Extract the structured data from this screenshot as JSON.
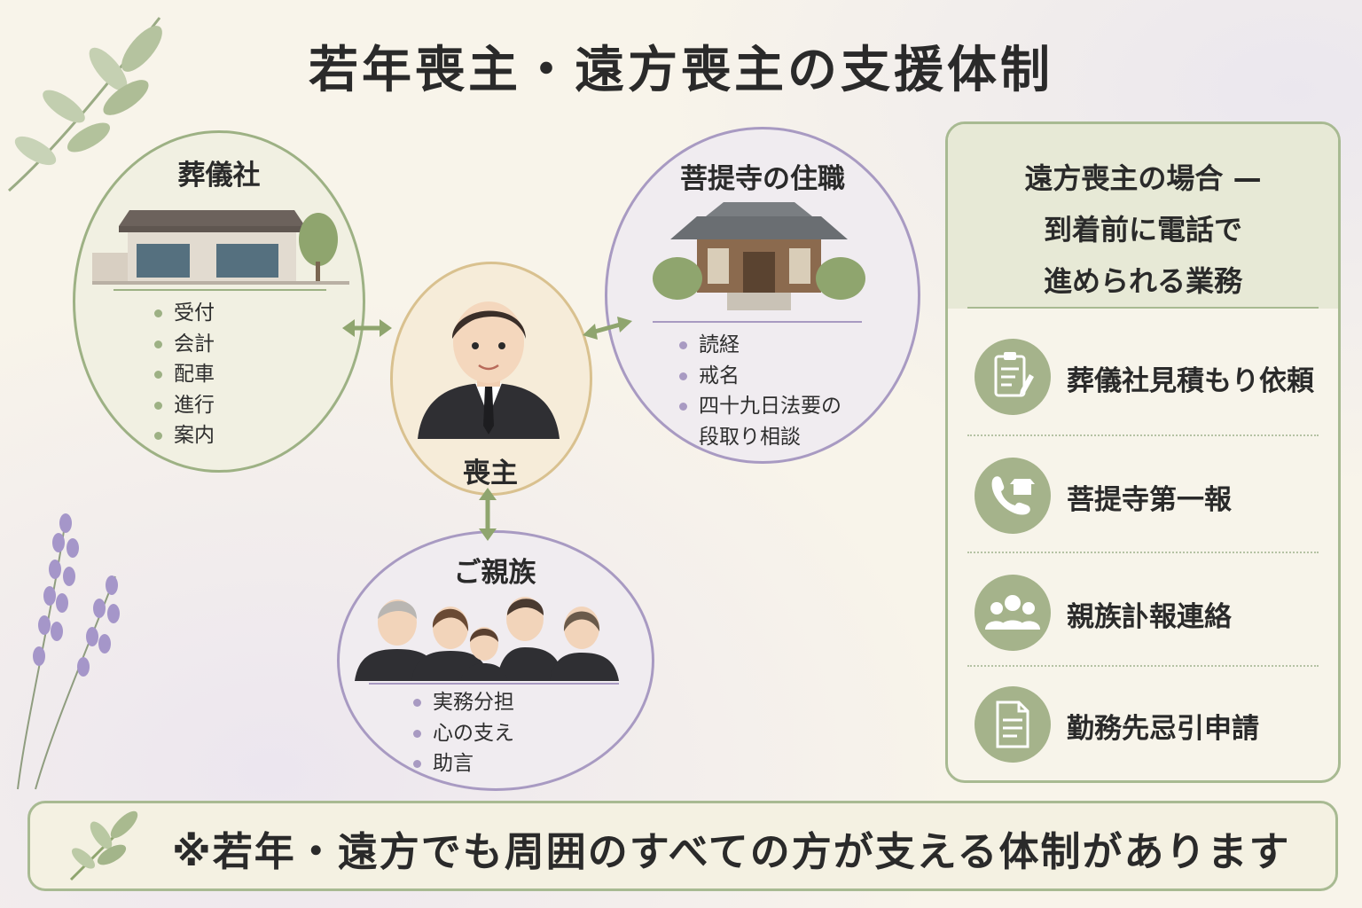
{
  "title": "若年喪主・遠方喪主の支援体制",
  "nodes": {
    "funeral_home": {
      "title": "葬儀社",
      "items": [
        "受付",
        "会計",
        "配車",
        "進行",
        "案内"
      ]
    },
    "temple": {
      "title": "菩提寺の住職",
      "items": [
        "読経",
        "戒名",
        "四十九日法要の",
        "段取り相談"
      ]
    },
    "chief_mourner": {
      "title": "喪主"
    },
    "family": {
      "title": "ご親族",
      "items": [
        "実務分担",
        "心の支え",
        "助言"
      ]
    }
  },
  "panel": {
    "title_lines": [
      "遠方喪主の場合 —",
      "到着前に電話で",
      "進められる業務"
    ],
    "tasks": [
      {
        "label": "葬儀社見積もり依頼",
        "icon": "clipboard-pen-icon"
      },
      {
        "label": "菩提寺第一報",
        "icon": "phone-temple-icon"
      },
      {
        "label": "親族訃報連絡",
        "icon": "people-group-icon"
      },
      {
        "label": "勤務先忌引申請",
        "icon": "document-icon"
      }
    ]
  },
  "footer": {
    "text": "※若年・遠方でも周囲のすべての方が支える体制があります"
  },
  "colors": {
    "green": "#9db184",
    "purple": "#a89ac2",
    "gold": "#d9c18f",
    "background": "#f8f4ea"
  }
}
